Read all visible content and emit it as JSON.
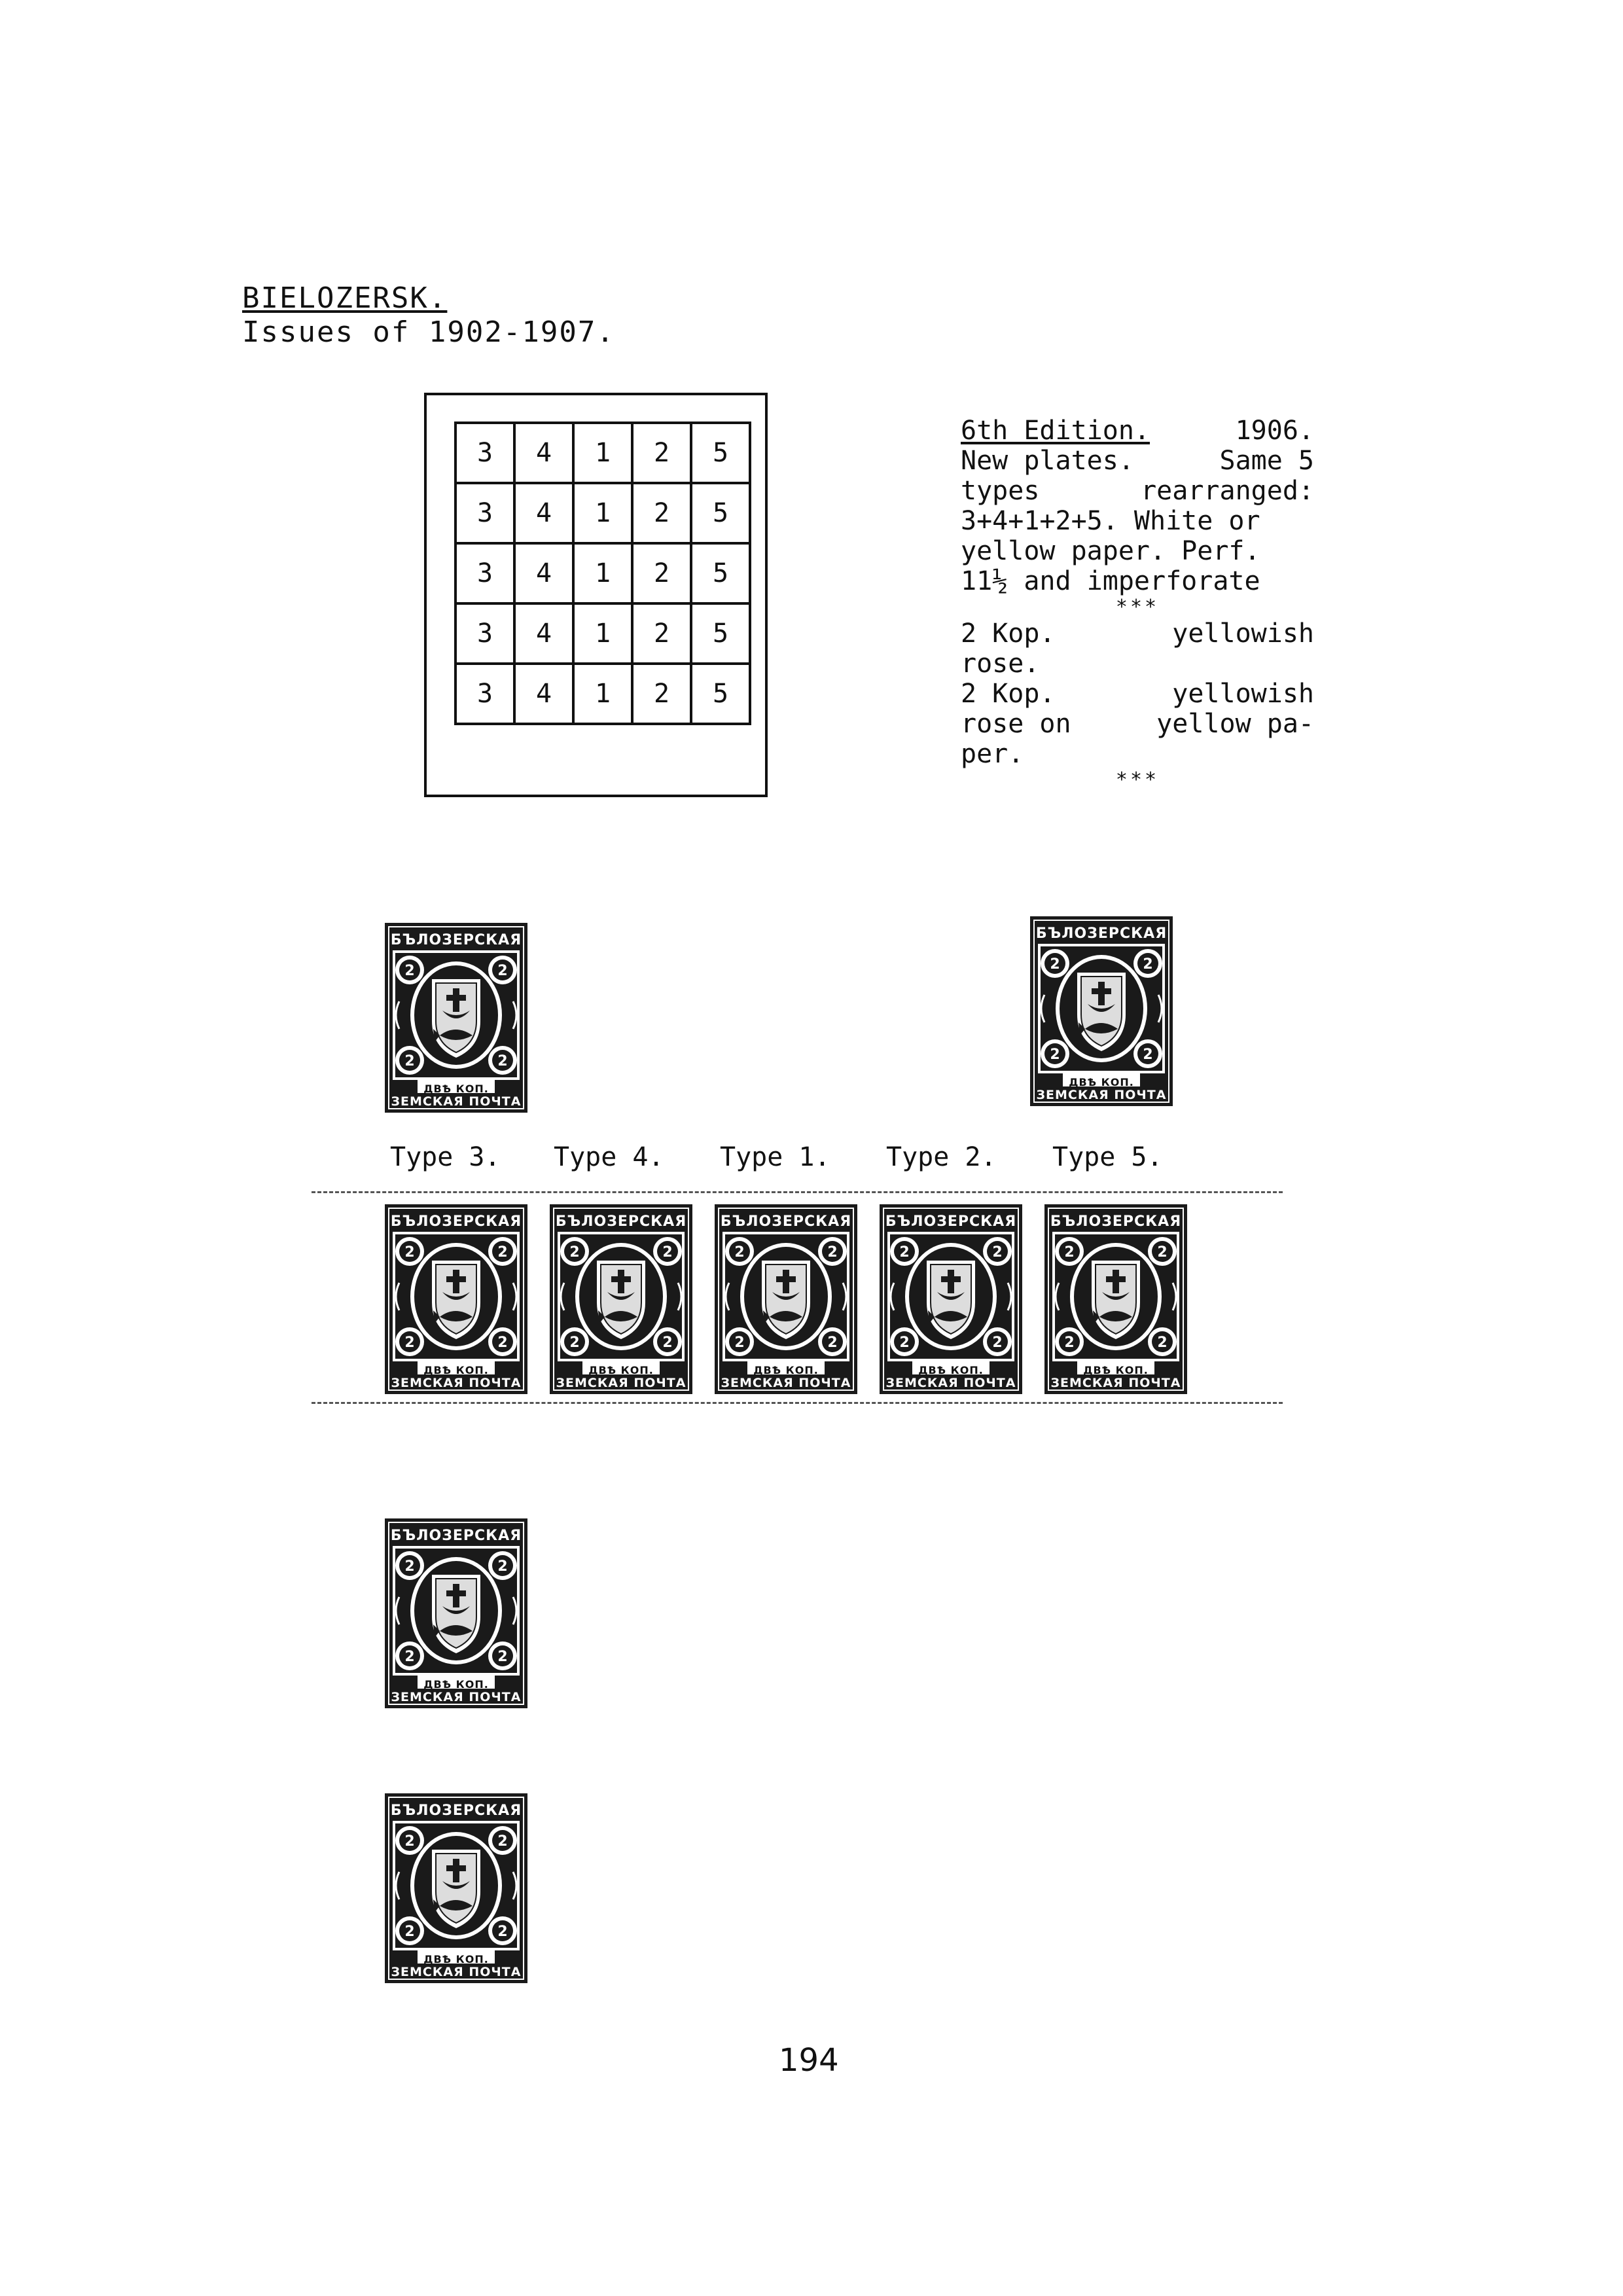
{
  "header": {
    "title": "BIELOZERSK.",
    "subtitle": "Issues of 1902-1907."
  },
  "plate": {
    "rows": [
      [
        "3",
        "4",
        "1",
        "2",
        "5"
      ],
      [
        "3",
        "4",
        "1",
        "2",
        "5"
      ],
      [
        "3",
        "4",
        "1",
        "2",
        "5"
      ],
      [
        "3",
        "4",
        "1",
        "2",
        "5"
      ],
      [
        "3",
        "4",
        "1",
        "2",
        "5"
      ]
    ]
  },
  "edition": {
    "heading": "6th Edition.",
    "year": "1906.",
    "line2_a": "New plates.",
    "line2_b": "Same 5",
    "line3_a": "types",
    "line3_b": "rearranged:",
    "line4": "3+4+1+2+5. White or",
    "line5": "yellow paper. Perf.",
    "line6": "11½ and imperforate",
    "stars": "***",
    "item1_a": "2 Kop.",
    "item1_b": "yellowish",
    "item1_c": "rose.",
    "item2_a": "2 Kop.",
    "item2_b": "yellowish",
    "item2_c_a": "rose on",
    "item2_c_b": "yellow pa-",
    "item2_d": "per.",
    "stars2": "***"
  },
  "stamp_text": {
    "top": "БЪЛОЗЕРСКАЯ",
    "mid": "ДВѢ КОП.",
    "bottom": "ЗЕМСКАЯ ПОЧТА"
  },
  "types": [
    "Type 3.",
    "Type 4.",
    "Type 1.",
    "Type 2.",
    "Type 5."
  ],
  "page_number": "194"
}
